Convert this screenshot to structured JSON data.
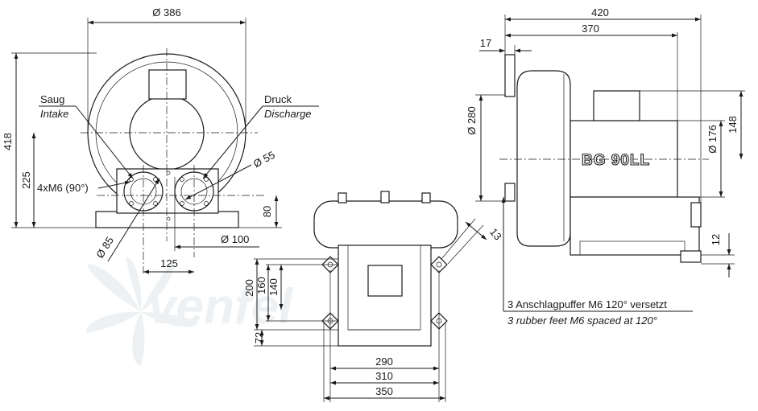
{
  "brand": {
    "watermark": "venfel"
  },
  "model": "BG 90LL",
  "front_view": {
    "dia_overall": "Ø 386",
    "height_total": "418",
    "height_center": "225",
    "height_flange": "80",
    "port_spacing": "125",
    "port_flange_dia": "Ø 100",
    "port_bore_dia": "Ø 85",
    "port_inner_dia": "Ø 55",
    "thread": "4xM6 (90°)",
    "intake_label_de": "Saug",
    "intake_label_en": "Intake",
    "discharge_label_de": "Druck",
    "discharge_label_en": "Discharge"
  },
  "bottom_view": {
    "width_290": "290",
    "width_310": "310",
    "width_350": "350",
    "depth_200": "200",
    "depth_160": "160",
    "depth_140": "140",
    "offset_72": "72",
    "slot_13": "13"
  },
  "side_view": {
    "length_420": "420",
    "length_370": "370",
    "flange_17": "17",
    "dia_280": "Ø 280",
    "dia_176": "Ø 176",
    "height_148": "148",
    "foot_12": "12",
    "feet_note_de": "3 Anschlagpuffer M6 120° versetzt",
    "feet_note_en": "3 rubber feet M6 spaced at 120°"
  }
}
